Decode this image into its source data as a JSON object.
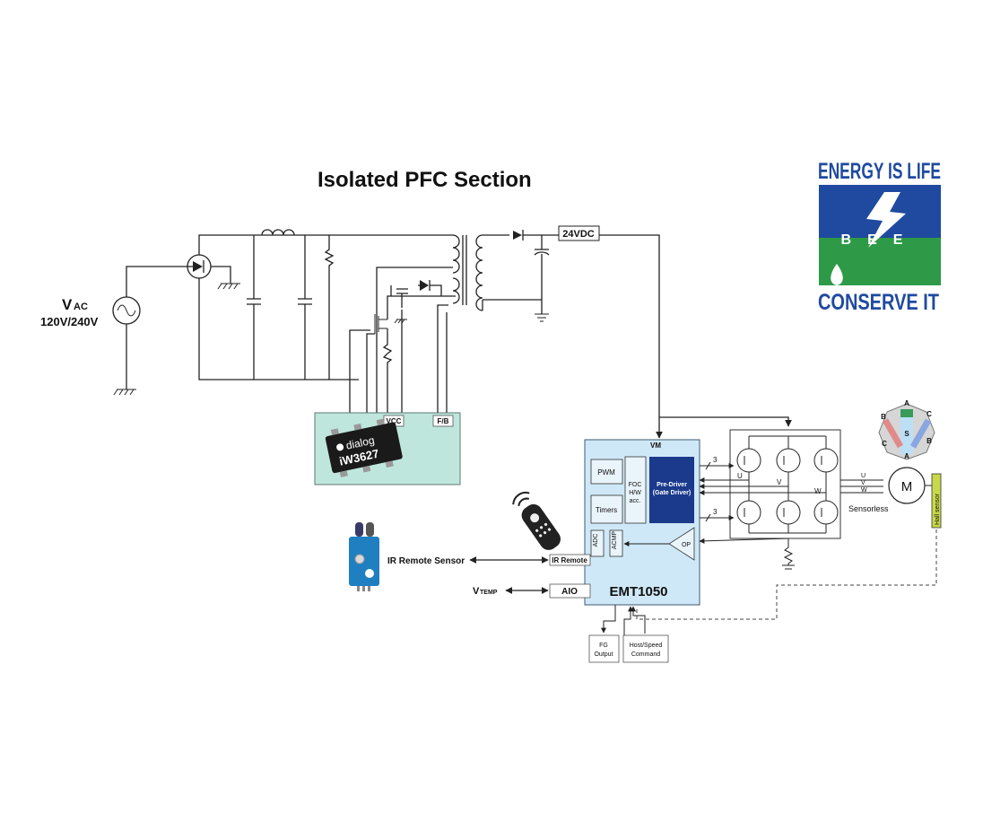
{
  "title": "Isolated PFC Section",
  "logo": {
    "top_text": "ENERGY IS LIFE",
    "middle_text": "BEE",
    "bottom_text": "CONSERVE IT",
    "colors": {
      "blue": "#1f4aa0",
      "green": "#2e9a47",
      "white": "#ffffff"
    }
  },
  "source": {
    "label_main": "V",
    "label_sub": "AC",
    "voltage": "120V/240V"
  },
  "pfc_ic": {
    "brand": "dialog",
    "part": "iW3627",
    "pins": {
      "vcc": "VCC",
      "fb": "F/B"
    },
    "colors": {
      "board": "#bfe6dc",
      "chip": "#1a1a1a"
    }
  },
  "output_voltage": "24VDC",
  "mcu": {
    "part": "EMT1050",
    "vm_label": "VM",
    "blocks": {
      "pwm": "PWM",
      "timers": "Timers",
      "foc": [
        "FOC",
        "H/W",
        "acc."
      ],
      "pre_driver": [
        "Pre-Driver",
        "(Gate Driver)"
      ],
      "adc": "ADC",
      "acmp": "ACMP",
      "op": "OP"
    },
    "ports": {
      "ir_remote": "IR Remote",
      "aio": "AIO"
    },
    "colors": {
      "body": "#cfe8f7",
      "pre_driver": "#1b3a8c"
    }
  },
  "bus_labels": {
    "count_top": "3",
    "count_bottom": "3"
  },
  "phases": [
    "U",
    "V",
    "W"
  ],
  "motor": {
    "symbol": "M",
    "mode": "Sensorless",
    "hall_label": "Hall sensor"
  },
  "rotor_diagram": {
    "letters": [
      "A",
      "B",
      "C",
      "S",
      "C",
      "B",
      "A"
    ]
  },
  "io": {
    "ir_sensor": "IR Remote Sensor",
    "vtemp_main": "V",
    "vtemp_sub": "TEMP",
    "fg_output": [
      "FG",
      "Output"
    ],
    "host_command": [
      "Host/Speed",
      "Command"
    ]
  }
}
